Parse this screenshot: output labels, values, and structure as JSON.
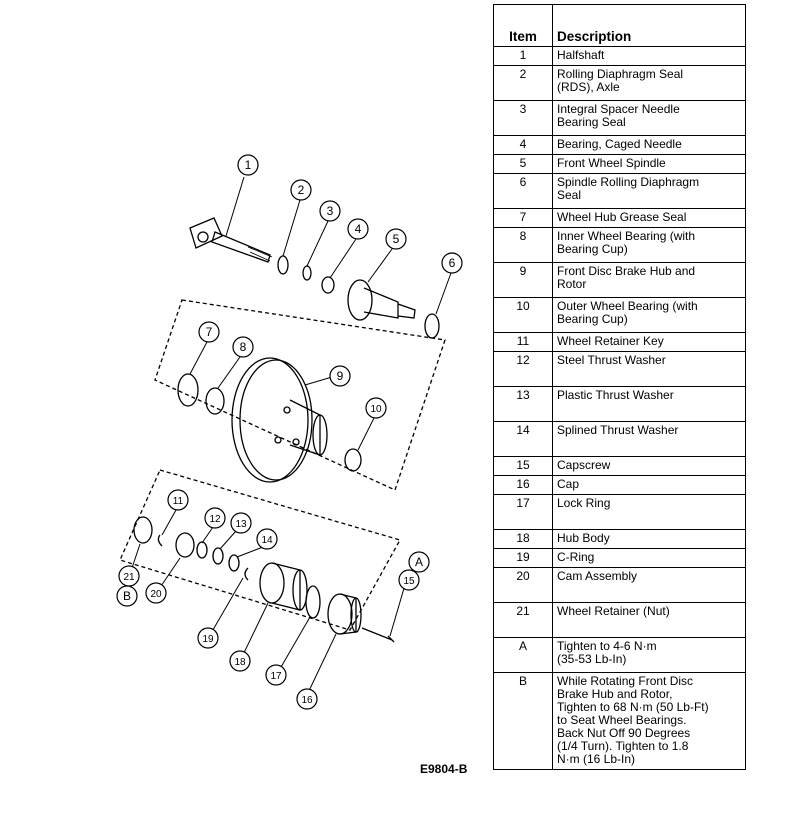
{
  "figure_id": "E9804-B",
  "table": {
    "header_item": "Item",
    "header_description": "Description",
    "rows": [
      {
        "item": "1",
        "description": "Halfshaft"
      },
      {
        "item": "2",
        "description": "Rolling Diaphragm Seal\n(RDS), Axle"
      },
      {
        "item": "3",
        "description": "Integral Spacer Needle\nBearing Seal"
      },
      {
        "item": "4",
        "description": "Bearing, Caged Needle"
      },
      {
        "item": "5",
        "description": "Front Wheel Spindle"
      },
      {
        "item": "6",
        "description": "Spindle Rolling Diaphragm\nSeal"
      },
      {
        "item": "7",
        "description": "Wheel Hub Grease Seal"
      },
      {
        "item": "8",
        "description": "Inner Wheel Bearing (with\nBearing Cup)"
      },
      {
        "item": "9",
        "description": "Front Disc Brake Hub and\nRotor"
      },
      {
        "item": "10",
        "description": "Outer Wheel Bearing (with\nBearing Cup)"
      },
      {
        "item": "11",
        "description": "Wheel Retainer Key"
      },
      {
        "item": "12",
        "description": "Steel Thrust Washer"
      },
      {
        "item": "13",
        "description": "Plastic Thrust Washer"
      },
      {
        "item": "14",
        "description": "Splined Thrust Washer"
      },
      {
        "item": "15",
        "description": "Capscrew"
      },
      {
        "item": "16",
        "description": "Cap"
      },
      {
        "item": "17",
        "description": "Lock Ring"
      },
      {
        "item": "18",
        "description": "Hub Body"
      },
      {
        "item": "19",
        "description": "C-Ring"
      },
      {
        "item": "20",
        "description": "Cam Assembly"
      },
      {
        "item": "21",
        "description": "Wheel Retainer (Nut)"
      },
      {
        "item": "A",
        "description": "Tighten to 4-6 N·m\n(35-53 Lb-In)"
      },
      {
        "item": "B",
        "description": "While Rotating Front Disc\nBrake Hub and Rotor,\nTighten to 68 N·m (50 Lb-Ft)\nto Seat Wheel Bearings.\nBack Nut Off 90 Degrees\n(1/4 Turn). Tighten to 1.8\nN·m (16 Lb-In)"
      }
    ]
  },
  "callouts": [
    "1",
    "2",
    "3",
    "4",
    "5",
    "6",
    "7",
    "8",
    "9",
    "10",
    "11",
    "12",
    "13",
    "14",
    "15",
    "16",
    "17",
    "18",
    "19",
    "20",
    "21",
    "A",
    "B"
  ]
}
